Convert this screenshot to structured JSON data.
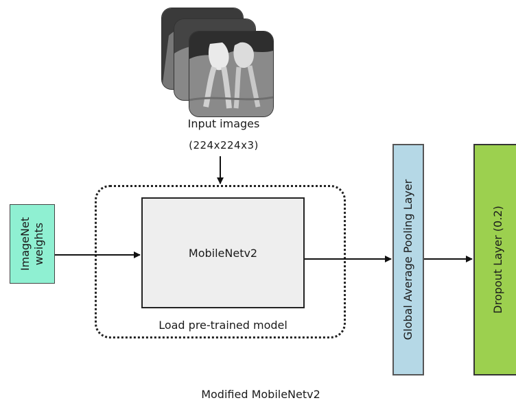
{
  "diagram": {
    "input": {
      "title": "Input images",
      "dimensions": "(224x224x3)"
    },
    "imagenet_label_line1": "ImageNet",
    "imagenet_label_line2": "weights",
    "mobilenet_label": "MobileNetv2",
    "load_label": "Load pre-trained model",
    "gap_label": "Global Average Pooling Layer",
    "dropout_label": "Dropout Layer (0.2)",
    "caption": "Modified MobileNetv2"
  },
  "colors": {
    "imagenet_fill": "#8ff0d2",
    "mobilenet_fill": "#eeeeee",
    "gap_fill": "#b5d8e6",
    "dropout_fill": "#9cd04f"
  }
}
